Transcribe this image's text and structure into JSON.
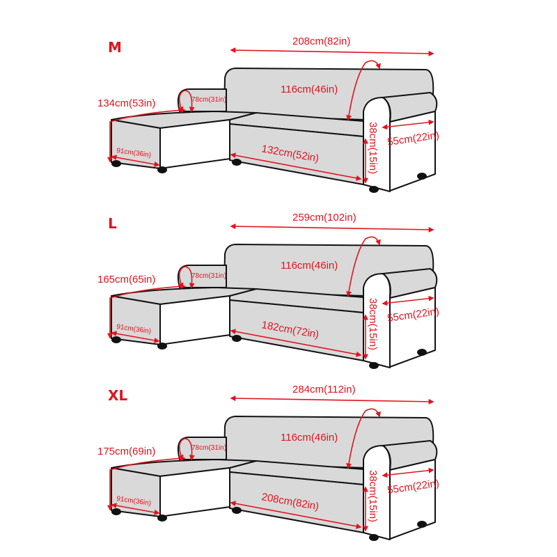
{
  "sizes": [
    {
      "size": "M",
      "total_width": "208cm(82in)",
      "depth": "116cm(46in)",
      "chaise_length": "134cm(53in)",
      "chaise_arm": "78cm(31in)",
      "chaise_width": "91cm(36in)",
      "seat_width": "132cm(52in)",
      "arm_height": "38cm(15in)",
      "arm_depth": "55cm(22in)"
    },
    {
      "size": "L",
      "total_width": "259cm(102in)",
      "depth": "116cm(46in)",
      "chaise_length": "165cm(65in)",
      "chaise_arm": "78cm(31in)",
      "chaise_width": "91cm(36in)",
      "seat_width": "182cm(72in)",
      "arm_height": "38cm(15in)",
      "arm_depth": "55cm(22in)"
    },
    {
      "size": "XL",
      "total_width": "284cm(112in)",
      "depth": "116cm(46in)",
      "chaise_length": "175cm(69in)",
      "chaise_arm": "78cm(31in)",
      "chaise_width": "91cm(36in)",
      "seat_width": "208cm(82in)",
      "arm_height": "38cm(15in)",
      "arm_depth": "55cm(22in)"
    }
  ],
  "colors": {
    "dimension": "#e0141e",
    "cover": "#d9d9d9"
  }
}
